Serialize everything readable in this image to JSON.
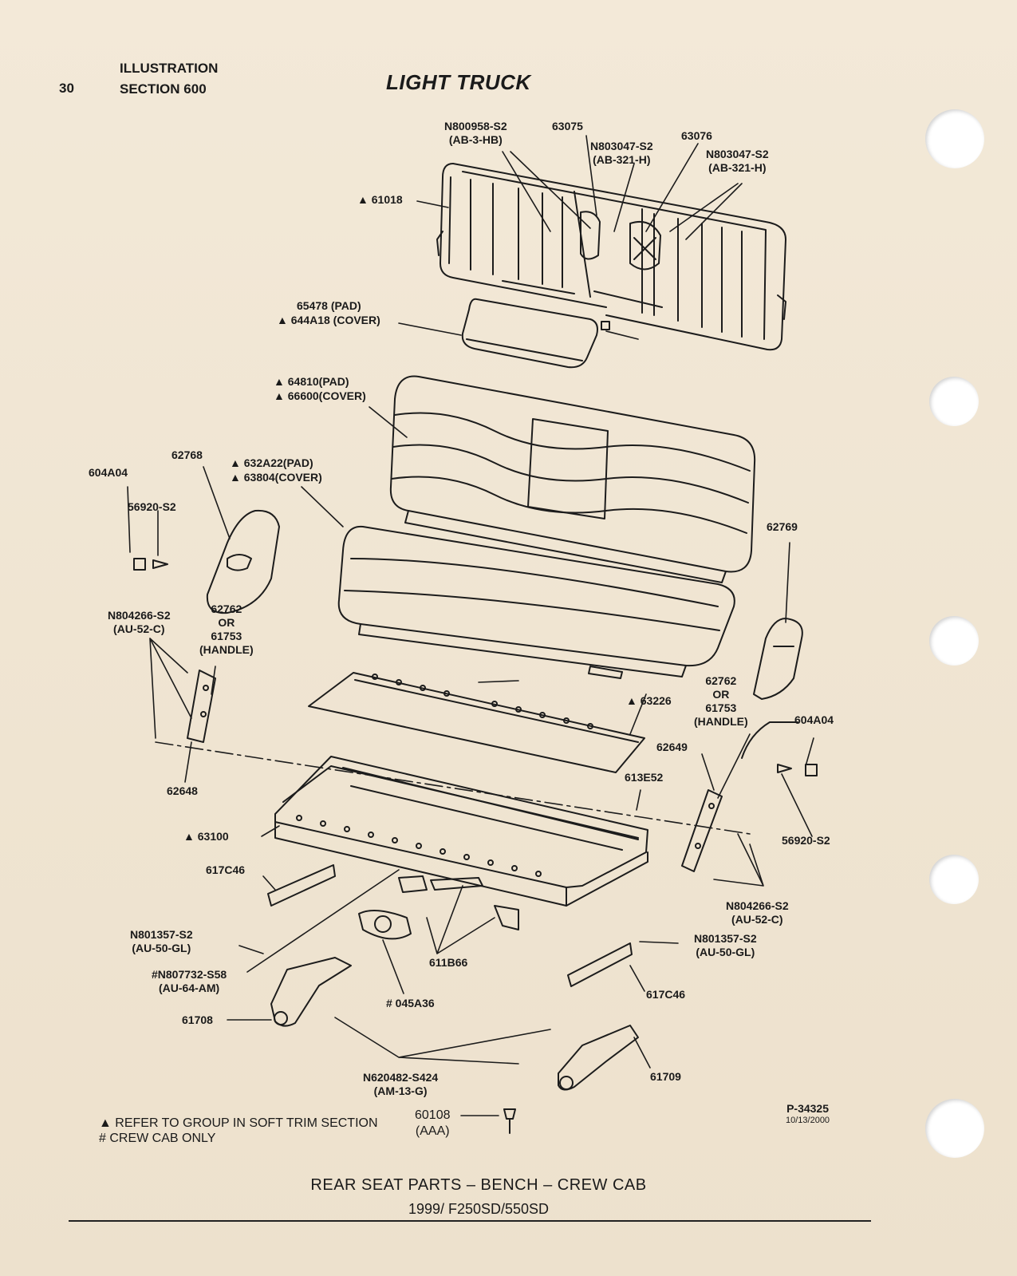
{
  "header": {
    "page_number": "30",
    "illustration_label": "ILLUSTRATION",
    "section_label": "SECTION 600",
    "title": "LIGHT TRUCK"
  },
  "callouts": {
    "n800958": "N800958-S2",
    "n800958_code": "(AB-3-HB)",
    "p63075": "63075",
    "n803047_a": "N803047-S2",
    "n803047_a_code": "(AB-321-H)",
    "p63076": "63076",
    "n803047_b": "N803047-S2",
    "n803047_b_code": "(AB-321-H)",
    "p61018": "▲ 61018",
    "p65478": "65478 (PAD)",
    "p644a18": "▲ 644A18 (COVER)",
    "p64810": "▲ 64810(PAD)",
    "p66600": "▲ 66600(COVER)",
    "p62768": "62768",
    "p604a04_left": "604A04",
    "p56920_left": "56920-S2",
    "p632a22": "▲ 632A22(PAD)",
    "p63804": "▲ 63804(COVER)",
    "p62769": "62769",
    "n804266_left": "N804266-S2",
    "n804266_left_code": "(AU-52-C)",
    "p62762_left": "62762",
    "or_left": "OR",
    "p61753_left": "61753",
    "handle_left": "(HANDLE)",
    "p62762_right": "62762",
    "or_right": "OR",
    "p61753_right": "61753",
    "handle_right": "(HANDLE)",
    "p63226": "▲ 63226",
    "p604a04_right": "604A04",
    "p62649": "62649",
    "p62648": "62648",
    "p613e52": "613E52",
    "p63100": "▲ 63100",
    "p56920_right": "56920-S2",
    "p617c46_left": "617C46",
    "n804266_right": "N804266-S2",
    "n804266_right_code": "(AU-52-C)",
    "n801357_left": "N801357-S2",
    "n801357_left_code": "(AU-50-GL)",
    "n801357_right": "N801357-S2",
    "n801357_right_code": "(AU-50-GL)",
    "p611b66": "611B66",
    "n807732": "#N807732-S58",
    "n807732_code": "(AU-64-AM)",
    "p617c46_right": "617C46",
    "p045a36": "# 045A36",
    "p61708": "61708",
    "p61709": "61709",
    "n620482": "N620482-S424",
    "n620482_code": "(AM-13-G)",
    "p60108": "60108",
    "p60108_code": "(AAA)"
  },
  "notes": {
    "soft_trim": "▲ REFER TO GROUP IN SOFT TRIM SECTION",
    "crew_cab": "# CREW CAB ONLY"
  },
  "plate": {
    "number": "P-34325",
    "date": "10/13/2000"
  },
  "caption": {
    "line1": "REAR SEAT PARTS – BENCH – CREW CAB",
    "line2": "1999/ F250SD/550SD"
  }
}
